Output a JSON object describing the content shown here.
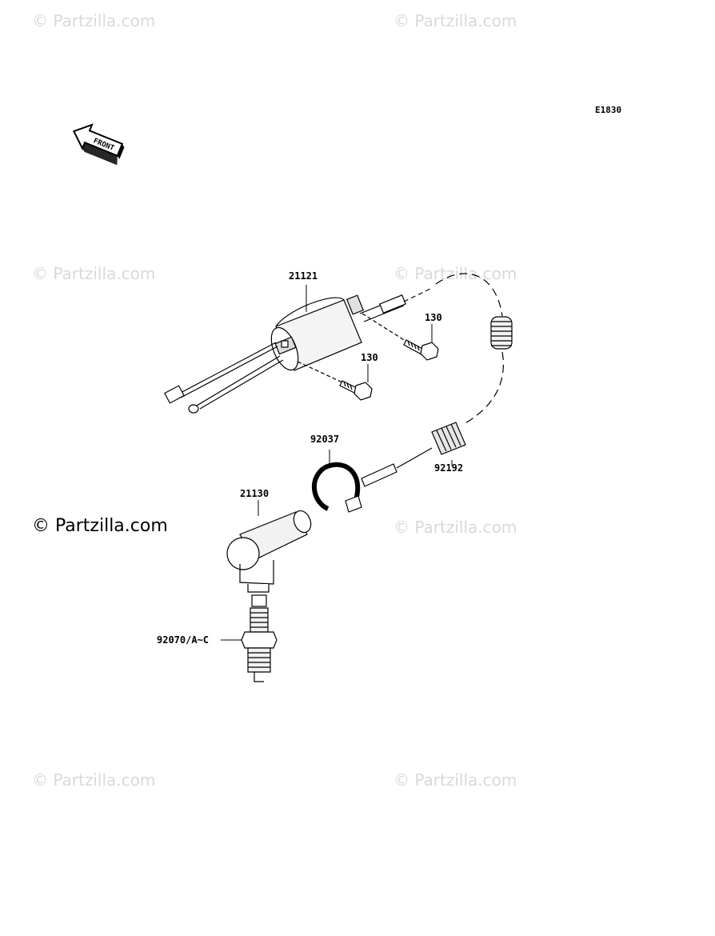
{
  "watermarks": {
    "faint": "© Partzilla.com",
    "main": "© Partzilla.com"
  },
  "diagram_code": "E1830",
  "front_label": "FRONT",
  "parts": {
    "coil": "21121",
    "bolt_upper": "130",
    "bolt_lower": "130",
    "clamp": "92037",
    "spring": "92192",
    "plug_cap": "21130",
    "spark_plug": "92070/A~C"
  }
}
